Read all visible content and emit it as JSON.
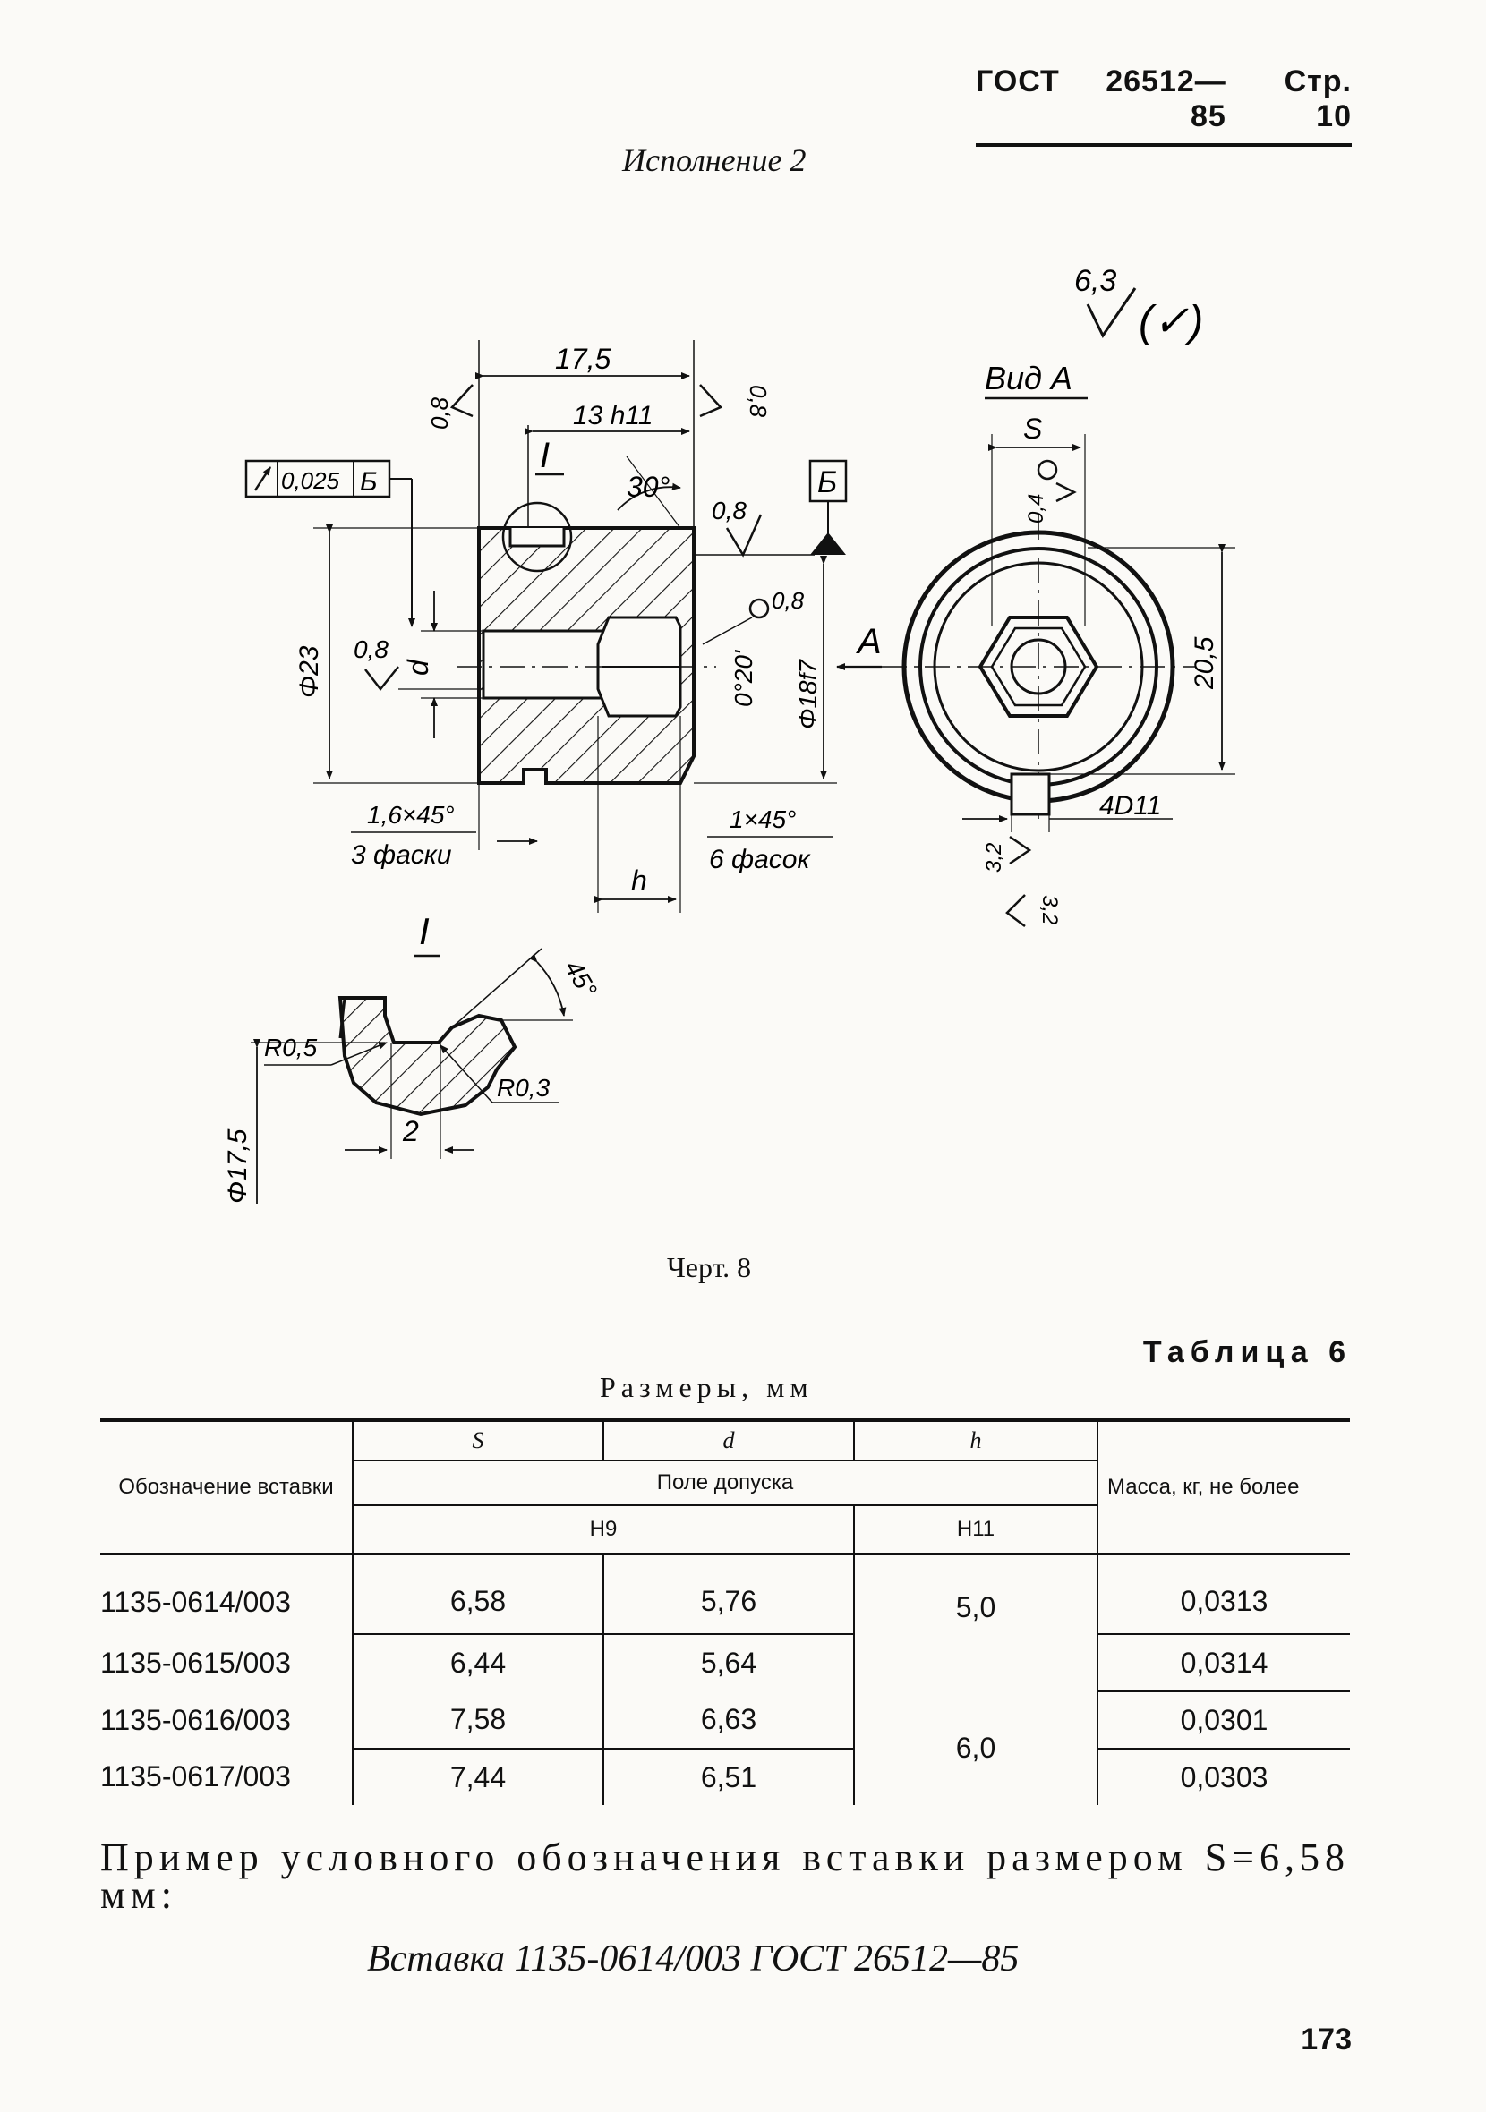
{
  "header": {
    "standard": "ГОСТ",
    "number": "26512—85",
    "page": "Стр. 10"
  },
  "variant_title": "Исполнение 2",
  "drawing": {
    "roughness_main": "6,3",
    "roughness_paren": "(✓)",
    "view_label": "Вид А",
    "detail_label": "I",
    "dim_17_5": "17,5",
    "dim_13h11": "13 h11",
    "dim_0_8": "0,8",
    "angle_30": "30°",
    "datum_label": "Б",
    "tolerance_value": "0,025",
    "tolerance_datum": "Б",
    "dim_phi23": "Φ23",
    "dim_d": "d",
    "dim_0_20": "0°20'",
    "dim_phi18f7": "Φ18f7",
    "arrow_a": "А",
    "chamfer_1_6": "1,6×45°",
    "chamfer_3": "3 фаски",
    "chamfer_1": "1×45°",
    "chamfer_6": "6 фасок",
    "dim_h": "h",
    "dim_s": "S",
    "rough_0_4": "0,4",
    "dim_20_5": "20,5",
    "dim_4d11": "4D11",
    "rough_3_2a": "3,2",
    "rough_3_2b": "3,2",
    "angle_45": "45°",
    "r_0_5": "R0,5",
    "r_0_3": "R0,3",
    "dim_2": "2",
    "dim_phi17_5": "Φ17,5"
  },
  "figure_caption": "Черт. 8",
  "table_label": "Таблица 6",
  "table_units": "Размеры, мм",
  "table": {
    "col_designation": "Обозначение вставки",
    "col_s": "S",
    "col_d": "d",
    "col_h": "h",
    "col_tolerance": "Поле допуска",
    "tol_h9": "H9",
    "tol_h11": "H11",
    "col_mass": "Масса, кг, не более",
    "rows": [
      {
        "designation": "1135-0614/003",
        "s": "6,58",
        "d": "5,76",
        "h": "5,0",
        "mass": "0,0313"
      },
      {
        "designation": "1135-0615/003",
        "s": "6,44",
        "d": "5,64",
        "h": "",
        "mass": "0,0314"
      },
      {
        "designation": "1135-0616/003",
        "s": "7,58",
        "d": "6,63",
        "h": "6,0",
        "mass": "0,0301"
      },
      {
        "designation": "1135-0617/003",
        "s": "7,44",
        "d": "6,51",
        "h": "",
        "mass": "0,0303"
      }
    ]
  },
  "example_text": "Пример условного обозначения вставки размером S=6,58 мм:",
  "example_designation": "Вставка 1135-0614/003 ГОСТ 26512—85",
  "page_number": "173"
}
